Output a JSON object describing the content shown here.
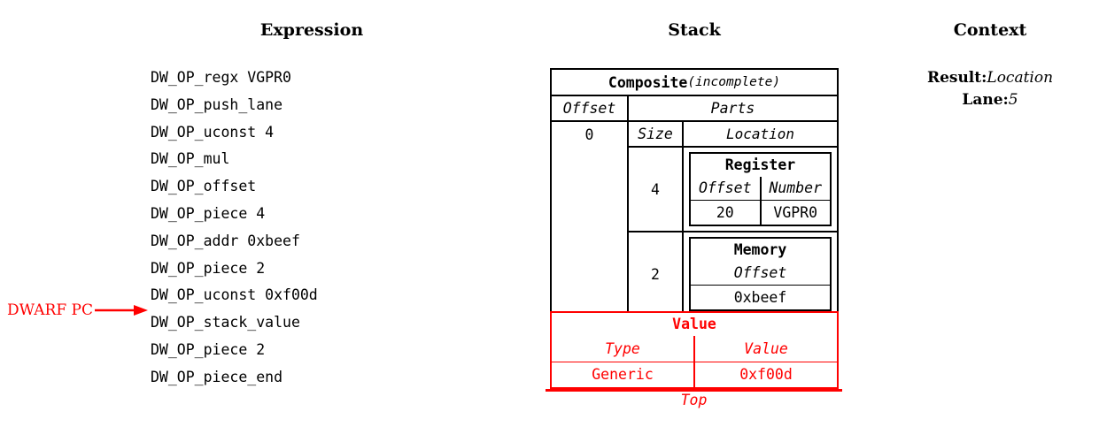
{
  "headers": {
    "expression": "Expression",
    "stack": "Stack",
    "context": "Context"
  },
  "expression": {
    "lines": [
      "DW_OP_regx VGPR0",
      "DW_OP_push_lane",
      "DW_OP_uconst 4",
      "DW_OP_mul",
      "DW_OP_offset",
      "DW_OP_piece 4",
      "DW_OP_addr 0xbeef",
      "DW_OP_piece 2",
      "DW_OP_uconst 0xf00d",
      "DW_OP_stack_value",
      "DW_OP_piece 2",
      "DW_OP_piece_end"
    ],
    "pc_marker": {
      "label": "DWARF PC",
      "points_at_line_index": 9,
      "color": "#ff0000"
    }
  },
  "stack": {
    "composite": {
      "title": "Composite",
      "title_note": "(incomplete)",
      "offset_header": "Offset",
      "offset_value": "0",
      "parts_header": "Parts",
      "size_header": "Size",
      "location_header": "Location",
      "parts": [
        {
          "size": "4",
          "location": {
            "kind": "Register",
            "columns": [
              "Offset",
              "Number"
            ],
            "values": [
              "20",
              "VGPR0"
            ]
          }
        },
        {
          "size": "2",
          "location": {
            "kind": "Memory",
            "columns": [
              "Offset"
            ],
            "values": [
              "0xbeef"
            ]
          }
        }
      ]
    },
    "value": {
      "title": "Value",
      "columns": [
        "Type",
        "Value"
      ],
      "values": [
        "Generic",
        "0xf00d"
      ],
      "top_label": "Top",
      "color": "#ff0000"
    }
  },
  "context": {
    "rows": [
      {
        "key": "Result:",
        "value": "Location"
      },
      {
        "key": "Lane:",
        "value": "5"
      }
    ]
  }
}
